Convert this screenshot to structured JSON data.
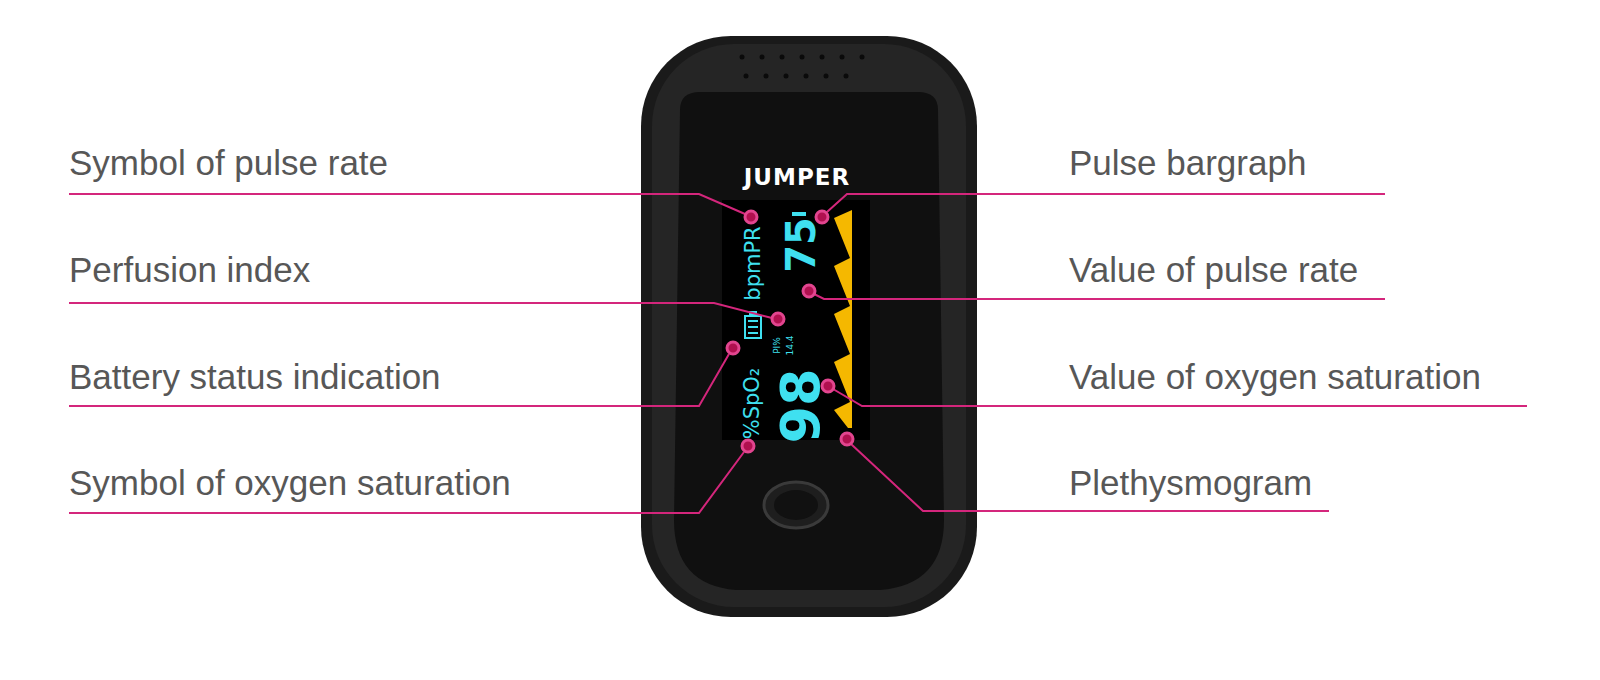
{
  "diagram": {
    "labels": [
      "Symbol of pulse rate",
      "Pulse bargraph",
      "Perfusion index",
      "Value of pulse rate",
      "Battery status indication",
      "Value of oxygen saturation",
      "Symbol of oxygen saturation",
      "Plethysmogram",
      "JUMPER",
      "bpmPR",
      "75",
      "PI%",
      "14.4",
      "%SpO₂",
      "98"
    ]
  }
}
